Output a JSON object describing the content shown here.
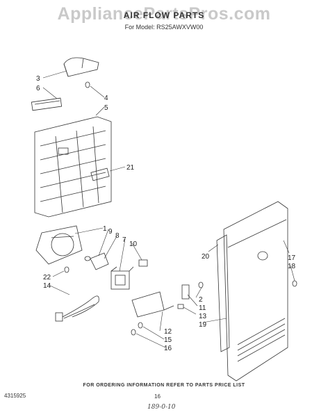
{
  "watermark": "AppliancePartsPros.com",
  "title": "AIR FLOW PARTS",
  "subtitle": "For Model: RS25AWXVW00",
  "callouts": [
    "3",
    "6",
    "4",
    "5",
    "21",
    "1",
    "9",
    "8",
    "7",
    "10",
    "20",
    "17",
    "18",
    "22",
    "14",
    "2",
    "11",
    "13",
    "19",
    "12",
    "15",
    "16"
  ],
  "footer": "FOR ORDERING INFORMATION REFER TO PARTS PRICE LIST",
  "doc_number": "4315925",
  "page_number": "16",
  "handwritten_note": "189-0-10"
}
